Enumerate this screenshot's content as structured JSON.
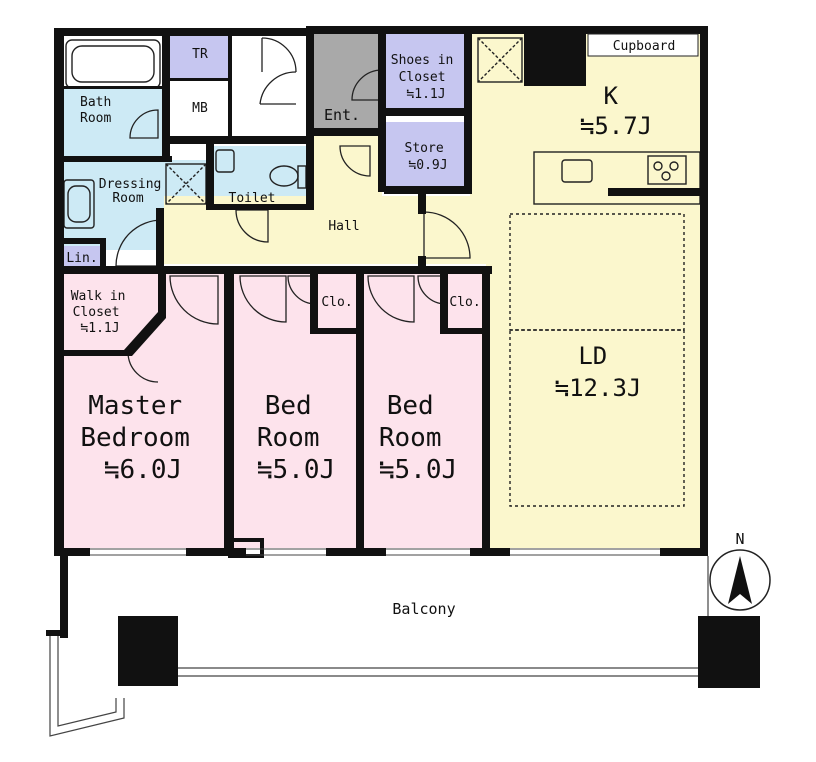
{
  "colors": {
    "wall": "#111111",
    "wet": "#cdeaf5",
    "closet": "#c6c6f0",
    "bedroom": "#fde3ec",
    "living": "#fbf7cd",
    "entrance": "#a9a9a9",
    "outline": "#222222"
  },
  "rooms": {
    "tr": "TR",
    "mb": "MB",
    "bath": [
      "Bath",
      "Room"
    ],
    "entrance": "Ent.",
    "shoes_closet": [
      "Shoes in",
      "Closet",
      "≒1.1J"
    ],
    "cupboard": "Cupboard",
    "kitchen": [
      "K",
      "≒5.7J"
    ],
    "store": [
      "Store",
      "≒0.9J"
    ],
    "dressing": [
      "Dressing",
      "Room"
    ],
    "toilet": "Toilet",
    "hall": "Hall",
    "linen": "Lin.",
    "walk_in_closet": [
      "Walk in",
      "Closet",
      "≒1.1J"
    ],
    "closet_1": "Clo.",
    "closet_2": "Clo.",
    "living_dining": [
      "LD",
      "≒12.3J"
    ],
    "master_bedroom": [
      "Master",
      "Bedroom",
      "≒6.0J"
    ],
    "bed_room_1": [
      "Bed",
      "Room",
      "≒5.0J"
    ],
    "bed_room_2": [
      "Bed",
      "Room",
      "≒5.0J"
    ],
    "balcony": "Balcony"
  },
  "compass": {
    "label": "N",
    "icon": "north-arrow-icon"
  }
}
